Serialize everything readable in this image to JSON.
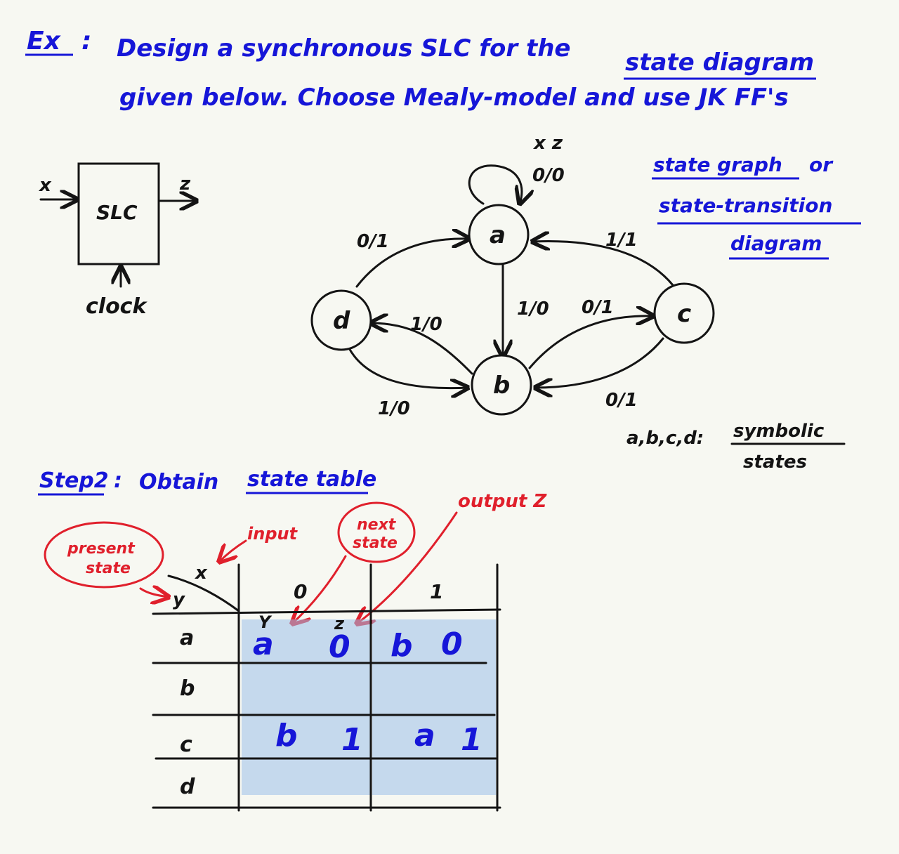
{
  "header": {
    "ex_label": "Ex",
    "line1_prefix": "Design a synchronous SLC for the",
    "line1_link": "state diagram",
    "line2": "given below. Choose Mealy-model and use JK FF's"
  },
  "block": {
    "input": "x",
    "output": "z",
    "box_label": "SLC",
    "clock": "clock"
  },
  "diagram": {
    "io_header": "x z",
    "nodes": {
      "a": "a",
      "b": "b",
      "c": "c",
      "d": "d"
    },
    "edges": {
      "a_self": "0/0",
      "d_to_a": "0/1",
      "c_to_a": "1/1",
      "a_to_b": "1/0",
      "b_to_c": "0/1",
      "b_to_d": "1/0",
      "d_to_b": "1/0",
      "c_to_b": "0/1"
    }
  },
  "note": {
    "line1": "state graph",
    "line1_suffix": "or",
    "line2": "state-transition",
    "line3": "diagram"
  },
  "symbolic": {
    "prefix": "a,b,c,d:",
    "word1": "symbolic",
    "word2": "states"
  },
  "step": {
    "label": "Step2",
    "text": "Obtain",
    "link": "state table"
  },
  "annotations": {
    "present_state_l1": "present",
    "present_state_l2": "state",
    "input": "input",
    "next_state_l1": "next",
    "next_state_l2": "state",
    "output_z": "output Z"
  },
  "table": {
    "corner_x": "x",
    "corner_y": "y",
    "col_headers": [
      "0",
      "1"
    ],
    "sub_Y": "Y",
    "sub_z": "z",
    "rows": [
      {
        "state": "a",
        "cells": [
          "a",
          "0",
          "b",
          "0"
        ]
      },
      {
        "state": "b",
        "cells": [
          "",
          "",
          "",
          ""
        ]
      },
      {
        "state": "c",
        "cells": [
          "b",
          "1",
          "a",
          "1"
        ]
      },
      {
        "state": "d",
        "cells": [
          "",
          "",
          "",
          ""
        ]
      }
    ]
  }
}
